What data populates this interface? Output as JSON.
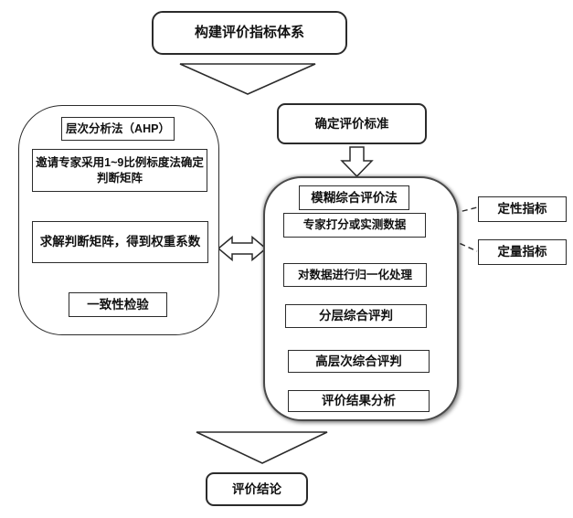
{
  "diagram": {
    "top_node": "构建评价指标体系",
    "ahp": {
      "title": "层次分析法（AHP）",
      "steps": [
        "邀请专家采用1~9比例标度法确定判断矩阵",
        "求解判断矩阵，得到权重系数",
        "一致性检验"
      ]
    },
    "criteria_node": "确定评价标准",
    "fuzzy": {
      "title": "模糊综合评价法",
      "steps": [
        "专家打分或实测数据",
        "对数据进行归一化处理",
        "分层综合评判",
        "高层次综合评判",
        "评价结果分析"
      ]
    },
    "indicators": [
      "定性指标",
      "定量指标"
    ],
    "conclusion_node": "评价结论",
    "colors": {
      "stroke": "#2b2b2b",
      "background": "#ffffff",
      "container_shadow": "#9a9a9a"
    }
  }
}
